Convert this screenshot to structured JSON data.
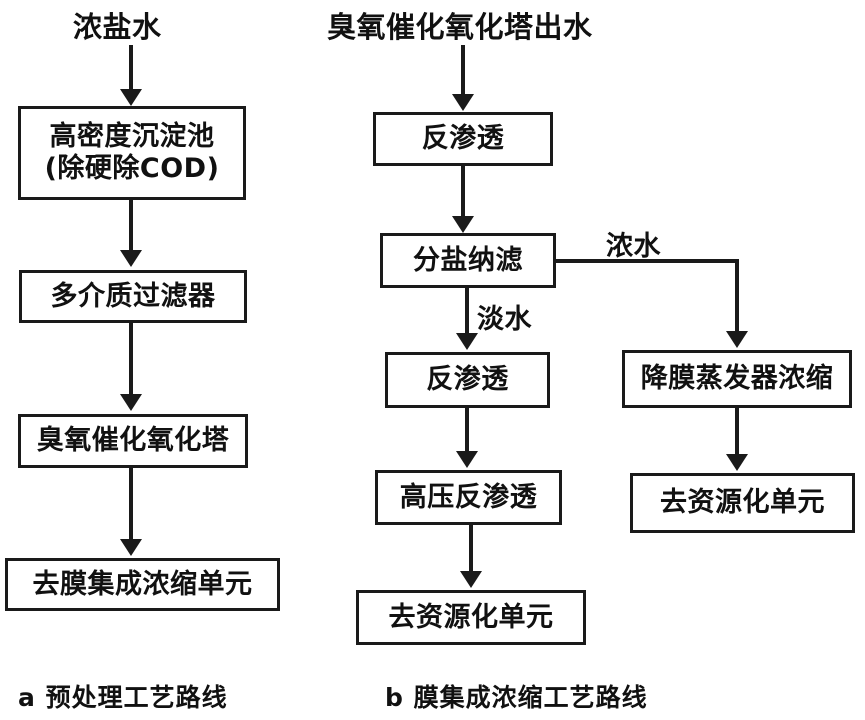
{
  "figure": {
    "panels": [
      {
        "id": "a",
        "caption": "a 预处理工艺路线",
        "inlet_label": "浓盐水",
        "steps": [
          "高密度沉淀池\n(除硬除COD)",
          "多介质过滤器",
          "臭氧催化氧化塔",
          "去膜集成浓缩单元"
        ]
      },
      {
        "id": "b",
        "caption": "b 膜集成浓缩工艺路线",
        "inlet_label": "臭氧催化氧化塔出水",
        "steps": [
          "反渗透",
          "分盐纳滤",
          "反渗透",
          "高压反渗透",
          "去资源化单元"
        ],
        "branch_steps": [
          "降膜蒸发器浓缩",
          "去资源化单元"
        ],
        "stream_labels": {
          "concentrate": "浓水",
          "permeate": "淡水"
        }
      }
    ],
    "colors": {
      "stroke": "#1a1a1a",
      "fill": "#ffffff",
      "text": "#111111"
    }
  }
}
